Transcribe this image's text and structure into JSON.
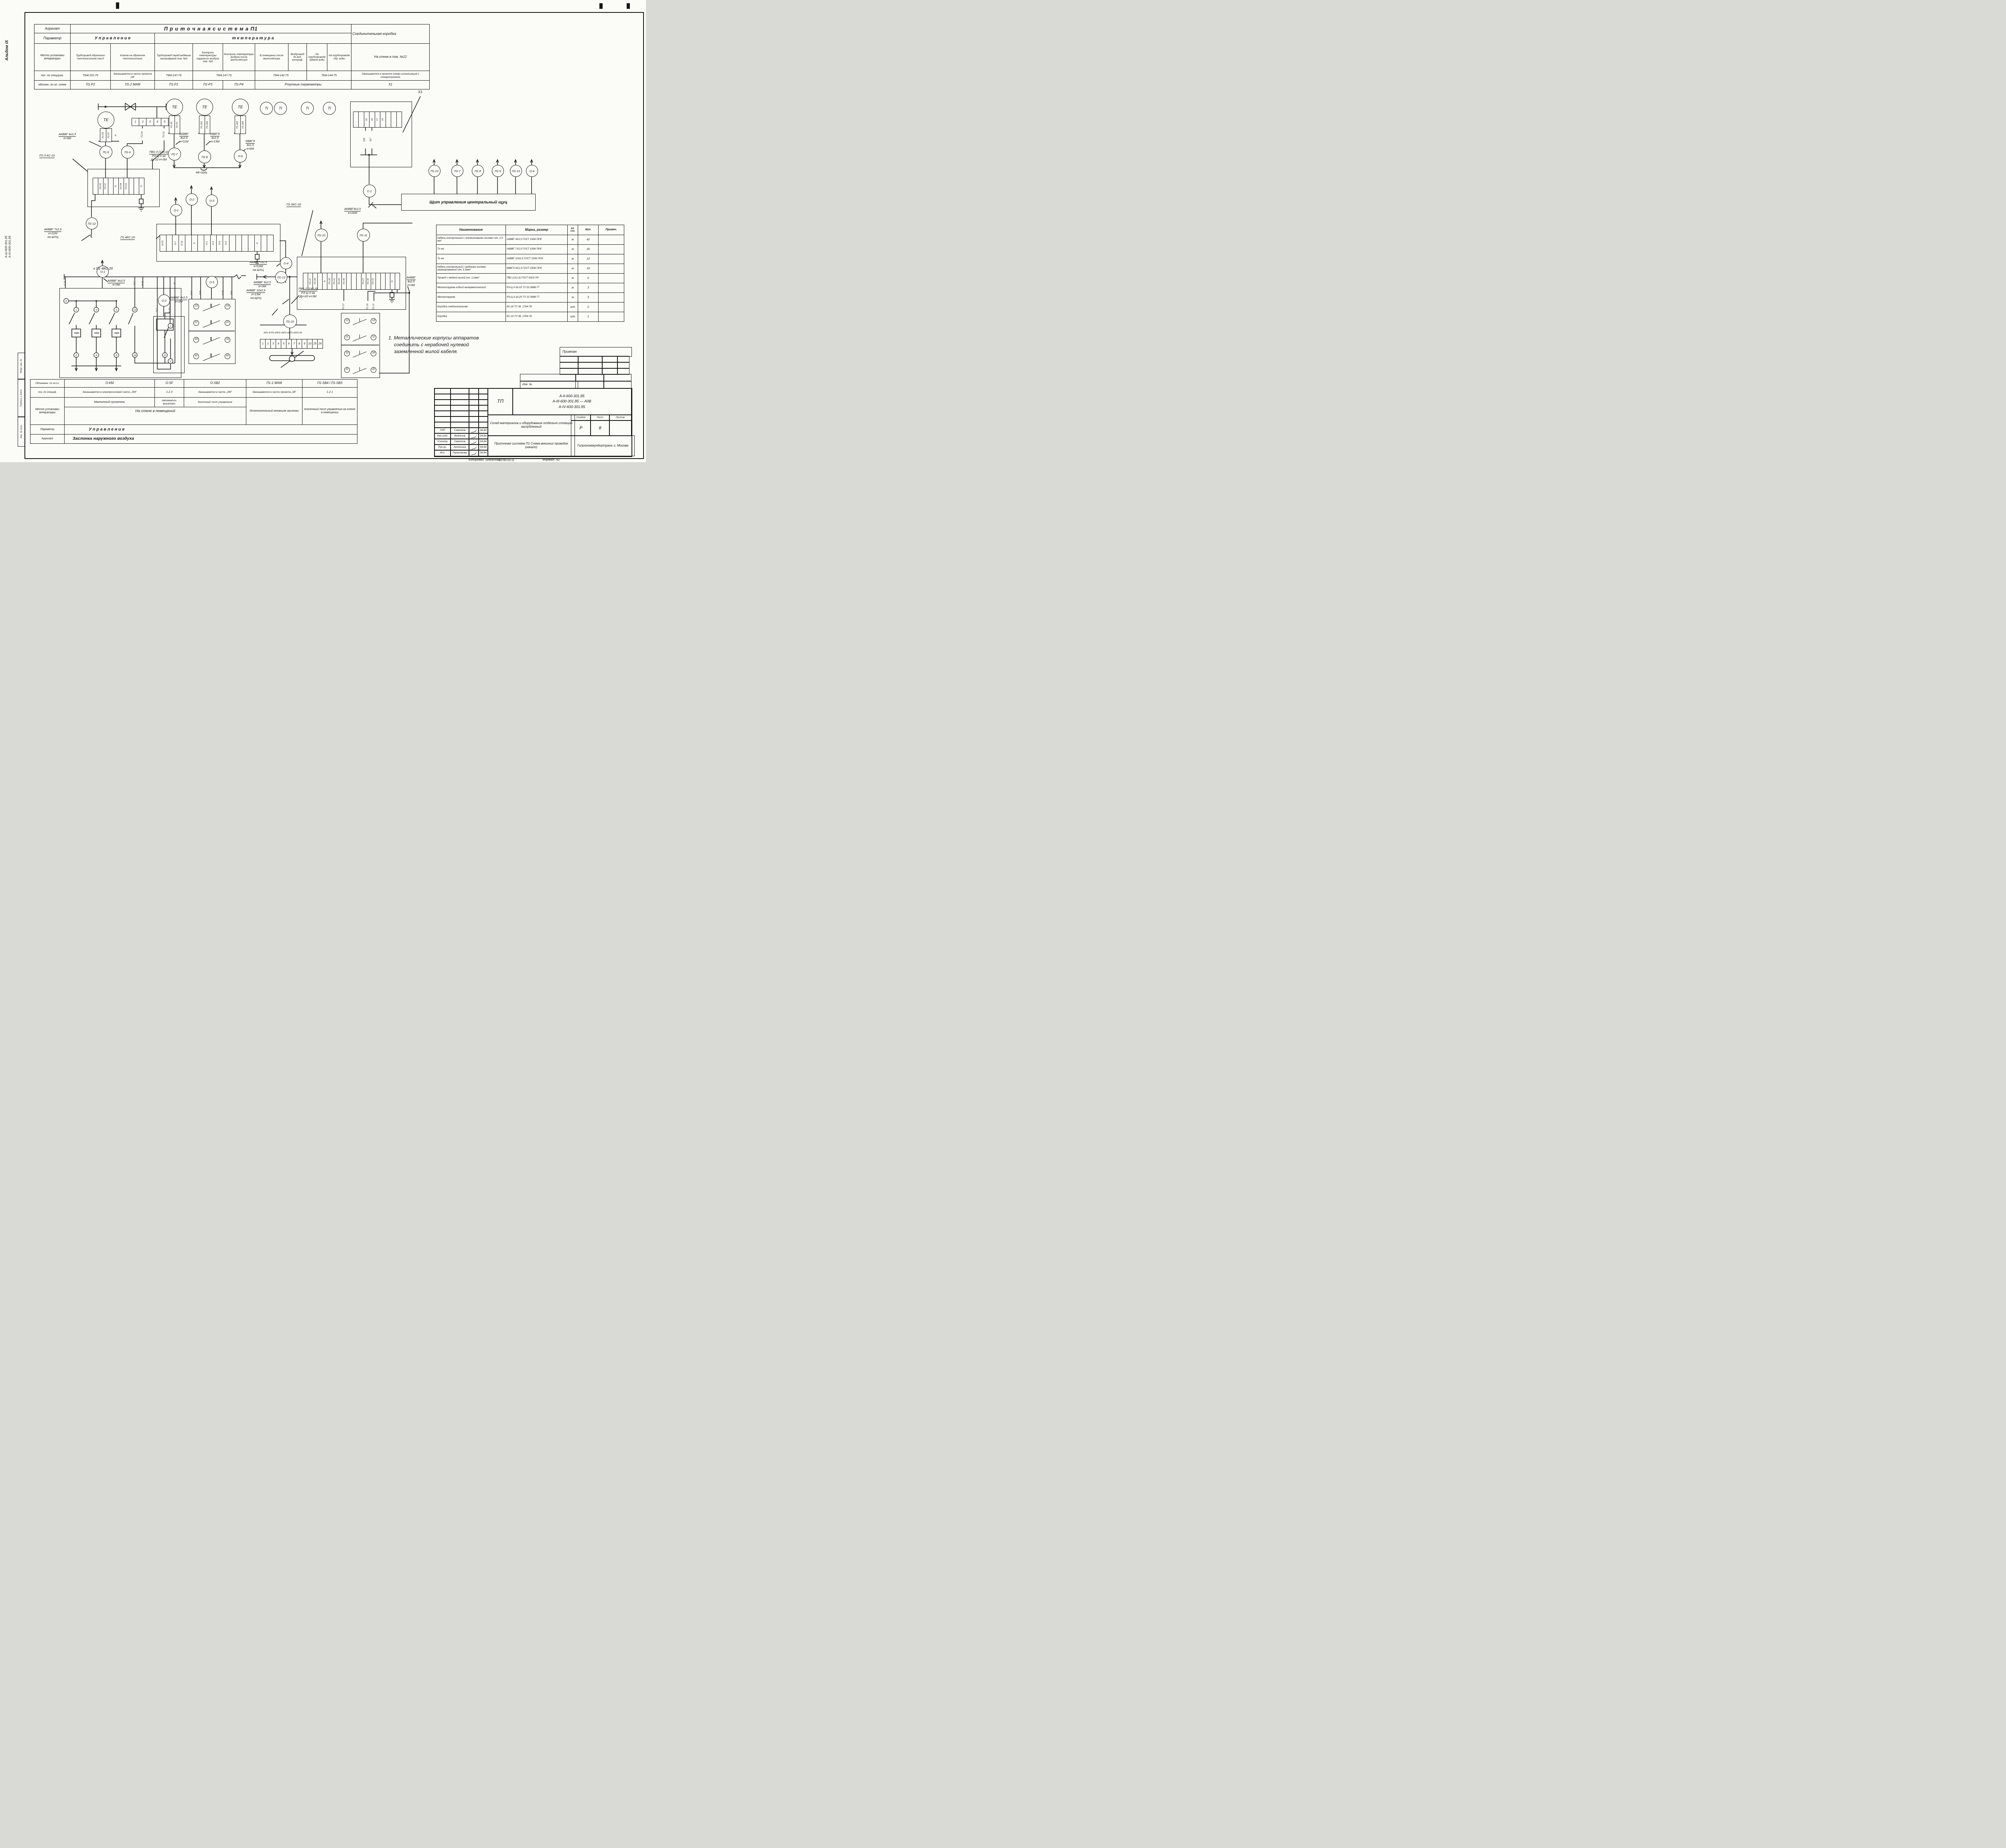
{
  "frame": {
    "album": "Альбом IX",
    "side_doc1": "А-Ш-600-301.85",
    "side_doc2": "А-IV-600-301.85",
    "stamp": [
      "Взам. инв. №",
      "Подпись и дата",
      "Инв. № подл."
    ],
    "footer_copied": "Копировал: Храпунова",
    "footer_code": "20785-03   11",
    "footer_format": "Формат: А2"
  },
  "top_table": {
    "agregat_label": "Агрегат",
    "agregat_value": "П р и т о ч н а я     с и с т е м а     П1",
    "parametr_label": "Параметр",
    "upravlenie": "У п р а в л е н и е",
    "temperatura": "т е м п е р а т у р а",
    "mesto_label": "Место установки аппаратуры",
    "poz_label": "поз. по спецциик.",
    "oboznach_label": "обознач. по эл. схеме",
    "col1_place": "Трубопровод обратного теплоносителя пом.9",
    "col2_place": "Клапан на обратном теплоносителе",
    "col3_place": "Трубопровод перед водяным калорифером пом. №9",
    "col4_place": "Контроль температуры наружного воздуха пом. №9",
    "col5_place": "Контроль температуры воздуха после вентилятора",
    "col6_place": "В помещении после вентилятора",
    "col7_place": "Воздуховод до вод. калориф.",
    "col8_place": "На трубопроводе прямой воды",
    "col9_place": "На трубопроводе обр. воды",
    "poz1": "ТМ4-151-75",
    "poz2": "Заказывается в части проекта „08\"",
    "poz3": "ТМ4-147-75",
    "poz45": "ТМ4-147-75",
    "poz67": "ТМ4-142-75",
    "poz89": "ТМ4-144-75",
    "sch1": "П1-Р2",
    "sch2": "П1-2 МАМ",
    "sch3": "П1-Р1",
    "sch4": "П1-Р3",
    "sch5": "П1-Р4",
    "sch69": "Ртутные термометры",
    "right_header": "Соединительная коробка",
    "right_place": "На стене в пом. №12",
    "right_poz": "Заказывается в проекте пожар.сигнализация и пожаротушение",
    "right_sch": "X1"
  },
  "parts_table": {
    "headers": [
      "Наименование",
      "Марка, размер",
      "Ед. изм.",
      "Кол.",
      "Примеч."
    ],
    "rows": [
      [
        "Кабель контрольный с алюминиевыми жилами сеч. 2,5 мм²",
        "АКВВГ 4Х2,5 ГОСТ 1508-78*Е",
        "м",
        "42",
        ""
      ],
      [
        "То же",
        "АКВВГ 7Х2,5 ГОСТ 1508-78*Е",
        "м",
        "26",
        ""
      ],
      [
        "То же",
        "АКВВГ 10Х2,5 ГОСТ 1508-78*Е",
        "м",
        "13",
        ""
      ],
      [
        "Кабель контрольный с медными жилами экранированный сеч. 1,5мм²",
        "КВВГЭ 4Х1,5 ГОСТ 1508-78*Е",
        "м",
        "19",
        ""
      ],
      [
        "Провод с медной жилой сеч. 1,0мм²",
        "ПВ1 (1Х1,0) ГОСТ 6323-79*",
        "м",
        "6",
        ""
      ],
      [
        "Металлорукав гибкий негерметический",
        "РЗ-Ц-У-Ш-10 ТУ 22-3988-77",
        "м",
        "3",
        ""
      ],
      [
        "Металлорукав",
        "РЗ-Ц-Х-Ш-20 ТУ 22-3988-77",
        "м",
        "3",
        ""
      ],
      [
        "Коробка соединительная",
        "КС-20 ТУ 36. 1764-78",
        "шт",
        "2",
        ""
      ],
      [
        "Коробка",
        "КС-10 ТУ 36. 1764-78",
        "шт",
        "1",
        ""
      ]
    ]
  },
  "bottom_table": {
    "r1_label": "Обозначен. по эл.сх.",
    "r2_label": "поз. по специф.",
    "r3_label": "Место установки аппаратуры",
    "r4_label": "Параметр",
    "r5_label": "Агрегат",
    "c1_r1": "О-КМ",
    "c2_r1": "O-SF",
    "c3_r1": "O-SB2",
    "c4_r1": "П1-1 МАМ",
    "c5_r1": "П1-SB4 / П1-SB3",
    "c1_r2": "Заказывается в электросиловой части „ЭМ\"",
    "c2_r2": "1.2.3",
    "c3_r2": "Заказывается в части „ЭМ\"",
    "c4_r2": "Заказывается в части проекта „08\"",
    "c5_r2": "1.2.1",
    "c1_r3": "Магнитный пускатель",
    "c2_r3": "Автоматич. выключат.",
    "c3_r3": "Кнопочный пост управления",
    "c13_wall": "На   стене   в   помещений",
    "c4_r3": "Исполнительный механизм заслонки",
    "c5_r3": "Кнопочный пост управления на стене в помещении",
    "r4_value": "У п р а в л е н и е",
    "r5_value": "Заслонка   наружного   воздуха"
  },
  "title_block": {
    "tp": "ТП",
    "doc1": "А-II-600-301.85",
    "doc2": "А-III-600-301.85 — А0В",
    "doc3": "А-IV-600-301.85",
    "sig_rows": [
      {
        "role": "ГИП",
        "name": "Самитов",
        "date": "04.84"
      },
      {
        "role": "Нач.отд.",
        "name": "Федотов",
        "date": "04.84"
      },
      {
        "role": "Н.контр",
        "name": "Самитов",
        "date": "04.84"
      },
      {
        "role": "Рук.гр.",
        "name": "Антохина",
        "date": "04.84"
      },
      {
        "role": "Исп.",
        "name": "Герасимова",
        "date": "04.84"
      }
    ],
    "title1": "Склад материалов и оборудования отдельно стоящий заглубленный",
    "title2": "Приточная система П1 Схема внешних проводок (начало)",
    "stage_label": "Стадия",
    "sheet_label": "Лист",
    "sheets_label": "Листов",
    "stage": "Р",
    "sheet": "8",
    "org": "Гипрокоммундортранс г. Москва",
    "inv_label": "Инв. №",
    "privyazan": "Привязан"
  },
  "note": [
    "1. Металлические  корпусы  аппаратов",
    "соединить  с  нерабочей  нулевой",
    "заземленной  жилой  кабеля."
  ],
  "schematic": {
    "b_te": "ТЕ",
    "b_ti": "ТI",
    "b_p15": "П1-5",
    "b_p16": "П1-6",
    "b_p17": "П1-7",
    "b_p18": "П1-8",
    "b_p9": "П-9",
    "b_p112": "П1-12",
    "b_o1": "О-1",
    "b_o2": "О-2",
    "b_o3": "О-3",
    "b_o4": "О-4",
    "b_c1": "С-1",
    "b_p19": "П1-9",
    "b_p113": "П1-13",
    "b_p110": "П1-10",
    "b_p111": "П1-11",
    "strip6": [
      "1",
      "2",
      "3",
      "4",
      "5",
      "6"
    ],
    "tag_n": "N",
    "tags_te1": [
      "П1-55",
      "П1-57"
    ],
    "tags_te2": [
      "П1-26",
      "П1-57"
    ],
    "tags_te3": [
      "П1-201",
      "П1-202"
    ],
    "tags_te4": [
      "П1-203",
      "П1-204"
    ],
    "tag_p154": "П1-54",
    "tag_p151": "П1-51",
    "ks10_label": "П1-3 КС-10",
    "ks10_cells": [
      "",
      "П1-55",
      "П1-57",
      "",
      "N",
      "П1-54",
      "П1-51",
      "",
      "",
      "N"
    ],
    "ks20a_label": "П1-4КС-20",
    "ks20a_cells": [
      "О-П1",
      "",
      "О-7",
      "О-11",
      "",
      "N",
      "",
      "О-1",
      "О-3",
      "О-9",
      "О-5",
      "",
      "",
      "",
      "",
      "N",
      "",
      ""
    ],
    "ks20b_label": "П1-5КС-20",
    "ks20b_cells": [
      "",
      "П1-47",
      "П1-49",
      "",
      "N",
      "П1-39",
      "П1-41",
      "П1-43",
      "П1-45",
      "",
      "",
      "",
      "П1-27",
      "П1-35",
      "П1-31",
      "",
      "",
      "",
      "N",
      ""
    ],
    "x1_cells": [
      "",
      "",
      "16",
      "18",
      "17",
      "19",
      "",
      "",
      ""
    ],
    "x1_tag1": "825",
    "x1_tag2": "827",
    "x1_callout": "X1",
    "mam_cells": [
      "1",
      "2",
      "3",
      "4",
      "5",
      "6",
      "7",
      "8",
      "9",
      "10",
      "25",
      "26"
    ],
    "mam_tags": [
      "N",
      "П1-47",
      "П1-49",
      "П1-39",
      "П1-41",
      "П1-43",
      "П1-45"
    ],
    "okm_tags": [
      "О-Л1",
      "О-7",
      "О-11",
      "N"
    ],
    "okm_pins": [
      "А",
      "1",
      "3",
      "5",
      "13",
      "2",
      "4",
      "6",
      "14",
      "8"
    ],
    "osf_tags": [
      "О-1",
      "О-Л1"
    ],
    "osf_pins": [
      "1",
      "2"
    ],
    "osb2_tags": [
      "О-3",
      "О-9",
      "О-11",
      "О-5"
    ],
    "sb_contacts": [
      "13",
      "14",
      "21",
      "22",
      "33",
      "34",
      "41",
      "42"
    ],
    "p1sb_tags": [
      "П1-27",
      "П1-35",
      "П1-31"
    ],
    "schit": "Щит  управления  центральный  щуц",
    "na_shuc": "на  шуц",
    "labels": {
      "l1": [
        "АКВВГ 4х2,5",
        "е=3М"
      ],
      "l2": [
        "АКВВГ",
        "4х2,5",
        "е=11М"
      ],
      "l3": [
        "КВВГЭ",
        "4х1,5",
        "е=13М"
      ],
      "l4": [
        "КВВГЭ",
        "4х1,5",
        "е=6М"
      ],
      "l7": [
        "АКВВГ 7х2,5",
        "е=11М",
        "на ШУЦ"
      ],
      "l9": "к  П1-4КС-20",
      "l10": [
        "АКВВГ 4х2,5",
        "е=3М"
      ],
      "l11": [
        "АКВВГ 4х2,5",
        "е=3М"
      ],
      "l12": [
        "АКВВГ 7х2,5",
        "е=15М",
        "на ШУЦ"
      ],
      "l13": [
        "АКВВГ 4х2,5",
        "е=3М"
      ],
      "l14": [
        "ПВ1-3 (1Х1,0)",
        "РЗ-Ц-Х-Ш",
        "Ду:10  е=3М"
      ],
      "l15": [
        "АКВВГ 10х2,5",
        "е=13М",
        "на ЩУЦ"
      ],
      "l16": [
        "ПВ1-7 (1Х1,0)",
        "РЗ-Ц-Х-Щ",
        "Ду=20  е=3М"
      ],
      "l18": [
        "АКВВГ",
        "4х2,5",
        "е=3М"
      ],
      "l19": [
        "АКВВГ4х2,5",
        "е=16М"
      ]
    }
  }
}
